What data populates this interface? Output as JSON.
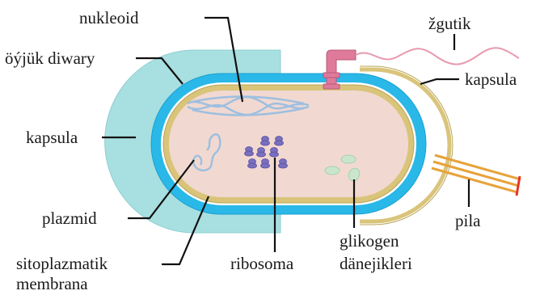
{
  "diagram": {
    "labels": {
      "nucleoid": "nukleoid",
      "cell_wall": "öýjük diwary",
      "capsule_left": "kapsula",
      "plasmid": "plazmid",
      "membrane_line1": "sitoplazmatik",
      "membrane_line2": "membrana",
      "ribosome": "ribosoma",
      "glycogen_line1": "glikogen",
      "glycogen_line2": "dänejikleri",
      "pili": "pila",
      "capsule_right": "kapsula",
      "flagellum": "žgutik"
    },
    "colors": {
      "capsule": "#a8dfe0",
      "cell_wall": "#29b8e8",
      "membrane": "#d9c47a",
      "cytoplasm": "#f1d9d1",
      "nucleoid": "#9fbfe0",
      "ribosome": "#7a6fbf",
      "glycogen": "#c9e6cc",
      "flagellum": "#e89aae",
      "pili": "#e8a23a",
      "pili_tip": "#e8332a"
    }
  }
}
